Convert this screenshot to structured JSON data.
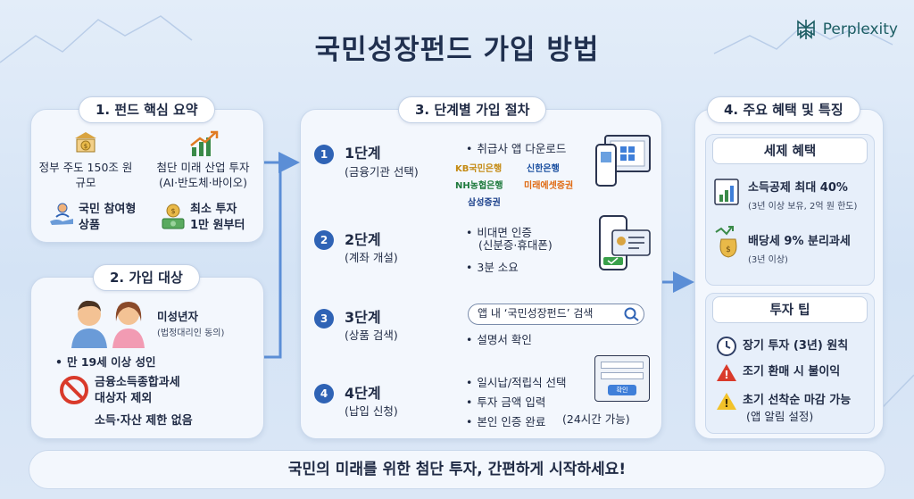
{
  "brand": {
    "name": "Perplexity",
    "icon": "perplexity-logo-icon"
  },
  "title": "국민성장펀드 가입 방법",
  "section1": {
    "title": "1. 펀드 핵심 요약",
    "items": [
      {
        "icon": "bank-coin-icon",
        "line1": "정부 주도 150조 원",
        "line2": "규모"
      },
      {
        "icon": "rising-bar-chart-icon",
        "line1": "첨단 미래 산업 투자",
        "line2": "(AI·반도체·바이오)"
      },
      {
        "icon": "hand-person-icon",
        "line1": "국민 참여형",
        "line2": "상품"
      },
      {
        "icon": "coin-money-icon",
        "line1": "최소 투자",
        "line2": "1만 원부터"
      }
    ]
  },
  "section2": {
    "title": "2. 가입 대상",
    "minor_label": "미성년자",
    "minor_note": "(법정대리인 동의)",
    "adult_bullet": "만 19세 이상 성인",
    "exclude_line1": "금융소득종합과세",
    "exclude_line2": "대상자 제외",
    "no_limit": "소득·자산 제한 없음"
  },
  "section3": {
    "title": "3. 단계별 가입 절차",
    "steps": [
      {
        "num": "1",
        "title": "1단계",
        "sub": "(금융기관 선택)"
      },
      {
        "num": "2",
        "title": "2단계",
        "sub": "(계좌 개설)"
      },
      {
        "num": "3",
        "title": "3단계",
        "sub": "(상품 검색)"
      },
      {
        "num": "4",
        "title": "4단계",
        "sub": "(납입 신청)"
      }
    ],
    "step1_bullet": "취급사 앱 다운로드",
    "banks": [
      "KB국민은행",
      "신한은행",
      "NH농협은행",
      "미래에셋증권",
      "삼성증권"
    ],
    "step2_bullet1": "비대면 인증",
    "step2_bullet1_sub": "(신분증·휴대폰)",
    "step2_bullet2": "3분 소요",
    "step3_search": "앱 내 ‘국민성장펀드’ 검색",
    "step3_bullet": "설명서 확인",
    "step4_bullets": [
      "일시납/적립식 선택",
      "투자 금액 입력",
      "본인 인증 완료"
    ],
    "step4_note": "(24시간 가능)",
    "confirm_button": "확인"
  },
  "section4": {
    "title": "4. 주요 혜택 및 특징",
    "tax_title": "세제 혜택",
    "tax_items": [
      {
        "icon": "report-chart-icon",
        "main": "소득공제 최대 40%",
        "note": "(3년 이상 보유, 2억 원 한도)"
      },
      {
        "icon": "money-bag-chart-icon",
        "main": "배당세 9% 분리과세",
        "note": "(3년 이상)"
      }
    ],
    "tips_title": "투자 팁",
    "tips": [
      {
        "icon": "clock-icon",
        "text": "장기 투자 (3년) 원칙",
        "sub": ""
      },
      {
        "icon": "warning-red-icon",
        "text": "조기 환매 시 불이익",
        "sub": ""
      },
      {
        "icon": "warning-yellow-icon",
        "text": "초기 선착순 마감 가능",
        "sub": "(앱 알림 설정)"
      }
    ]
  },
  "footer": "국민의 미래를 위한 첨단 투자, 간편하게 시작하세요!",
  "colors": {
    "accent": "#2f63b5",
    "arrow": "#5b8ed6",
    "panel": "#f3f7fd"
  }
}
